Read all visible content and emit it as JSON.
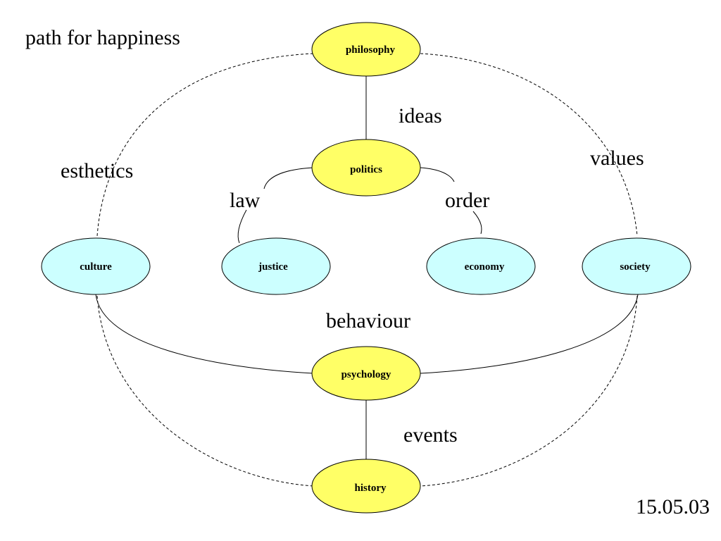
{
  "title": "path for happiness",
  "date": "15.05.03",
  "colors": {
    "primary_node": "#ffff66",
    "secondary_node": "#ccffff",
    "stroke": "#000000"
  },
  "nodes": {
    "philosophy": "philosophy",
    "politics": "politics",
    "culture": "culture",
    "justice": "justice",
    "economy": "economy",
    "society": "society",
    "psychology": "psychology",
    "history": "history"
  },
  "edge_labels": {
    "ideas": "ideas",
    "esthetics": "esthetics",
    "values": "values",
    "law": "law",
    "order": "order",
    "behaviour": "behaviour",
    "events": "events"
  }
}
